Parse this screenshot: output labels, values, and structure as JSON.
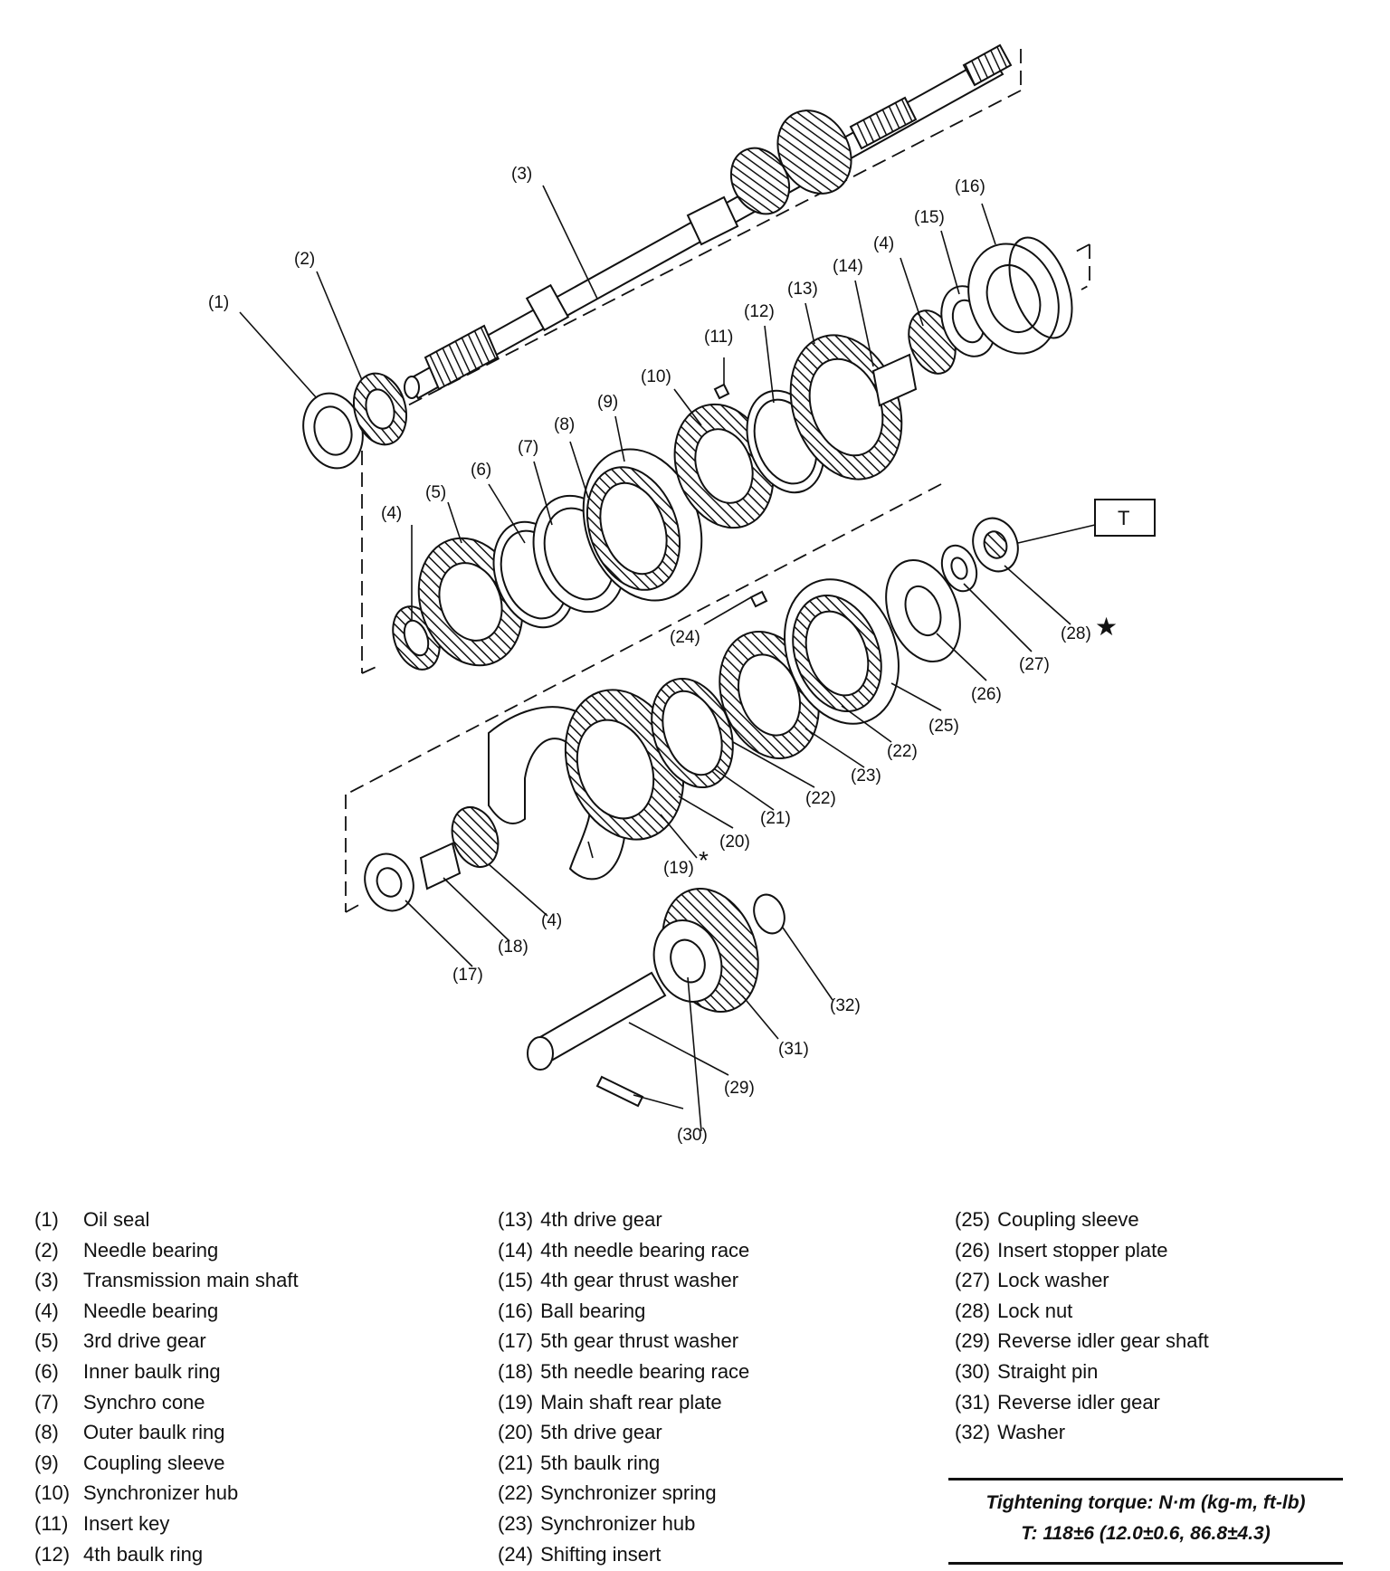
{
  "callouts": {
    "c1": "(1)",
    "c2": "(2)",
    "c3": "(3)",
    "c4a": "(4)",
    "c4b": "(4)",
    "c4c": "(4)",
    "c5": "(5)",
    "c6": "(6)",
    "c7": "(7)",
    "c8": "(8)",
    "c9": "(9)",
    "c10": "(10)",
    "c11": "(11)",
    "c12": "(12)",
    "c13": "(13)",
    "c14": "(14)",
    "c15": "(15)",
    "c16": "(16)",
    "c17": "(17)",
    "c18": "(18)",
    "c19": "(19)",
    "c20": "(20)",
    "c21": "(21)",
    "c22a": "(22)",
    "c22b": "(22)",
    "c23": "(23)",
    "c24": "(24)",
    "c25": "(25)",
    "c26": "(26)",
    "c27": "(27)",
    "c28": "(28)",
    "c29": "(29)",
    "c30": "(30)",
    "c31": "(31)",
    "c32": "(32)",
    "t_box": "T",
    "star": "★",
    "asterisk": "*"
  },
  "legend": {
    "col1": [
      {
        "num": "(1)",
        "name": "Oil seal"
      },
      {
        "num": "(2)",
        "name": "Needle bearing"
      },
      {
        "num": "(3)",
        "name": "Transmission main shaft"
      },
      {
        "num": "(4)",
        "name": "Needle bearing"
      },
      {
        "num": "(5)",
        "name": "3rd drive gear"
      },
      {
        "num": "(6)",
        "name": "Inner baulk ring"
      },
      {
        "num": "(7)",
        "name": "Synchro cone"
      },
      {
        "num": "(8)",
        "name": "Outer baulk ring"
      },
      {
        "num": "(9)",
        "name": "Coupling sleeve"
      },
      {
        "num": "(10)",
        "name": "Synchronizer hub"
      },
      {
        "num": "(11)",
        "name": "Insert key"
      },
      {
        "num": "(12)",
        "name": "4th baulk ring"
      }
    ],
    "col2": [
      {
        "num": "(13)",
        "name": "4th drive gear"
      },
      {
        "num": "(14)",
        "name": "4th needle bearing race"
      },
      {
        "num": "(15)",
        "name": "4th gear thrust washer"
      },
      {
        "num": "(16)",
        "name": "Ball bearing"
      },
      {
        "num": "(17)",
        "name": "5th gear thrust washer"
      },
      {
        "num": "(18)",
        "name": "5th needle bearing race"
      },
      {
        "num": "(19)",
        "name": "Main shaft rear plate"
      },
      {
        "num": "(20)",
        "name": "5th drive gear"
      },
      {
        "num": "(21)",
        "name": "5th baulk ring"
      },
      {
        "num": "(22)",
        "name": "Synchronizer spring"
      },
      {
        "num": "(23)",
        "name": "Synchronizer hub"
      },
      {
        "num": "(24)",
        "name": "Shifting insert"
      }
    ],
    "col3": [
      {
        "num": "(25)",
        "name": "Coupling sleeve"
      },
      {
        "num": "(26)",
        "name": "Insert stopper plate"
      },
      {
        "num": "(27)",
        "name": "Lock washer"
      },
      {
        "num": "(28)",
        "name": "Lock nut"
      },
      {
        "num": "(29)",
        "name": "Reverse idler gear shaft"
      },
      {
        "num": "(30)",
        "name": "Straight pin"
      },
      {
        "num": "(31)",
        "name": "Reverse idler gear"
      },
      {
        "num": "(32)",
        "name": "Washer"
      }
    ]
  },
  "torque": {
    "heading": "Tightening torque: N·m (kg-m, ft-lb)",
    "value": "T: 118±6 (12.0±0.6, 86.8±4.3)"
  }
}
